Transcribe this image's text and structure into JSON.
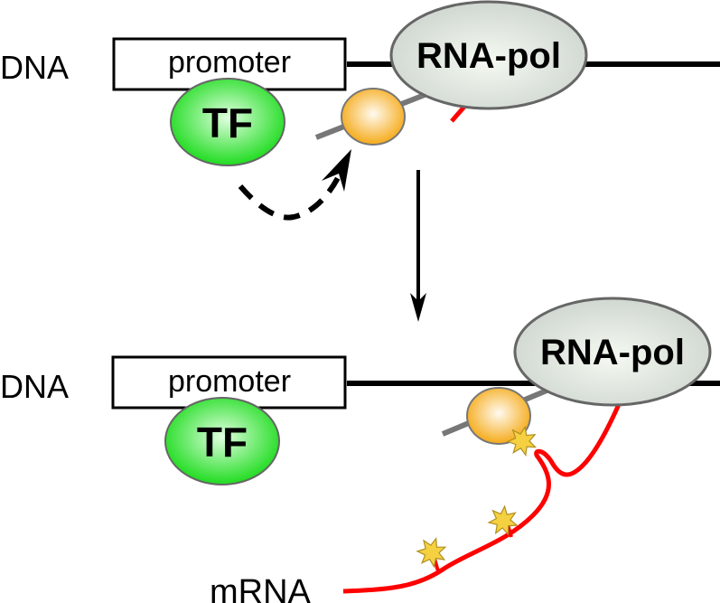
{
  "colors": {
    "dna": "#000000",
    "mrna": "#ff0000",
    "tf_fill": "#22dd22",
    "tf_highlight": "#d8ffd8",
    "pol_fill": "#d4dcd4",
    "pol_highlight": "#f2f8f0",
    "orange_fill": "#f5b020",
    "orange_highlight": "#fff4e0",
    "star_fill": "#f5d040",
    "tether": "#777777"
  },
  "top_panel": {
    "dna_label": "DNA",
    "promoter_label": "promoter",
    "tf_label": "TF",
    "polymerase_label": "RNA-pol"
  },
  "bottom_panel": {
    "dna_label": "DNA",
    "promoter_label": "promoter",
    "tf_label": "TF",
    "polymerase_label": "RNA-pol",
    "mrna_label": "mRNA"
  }
}
